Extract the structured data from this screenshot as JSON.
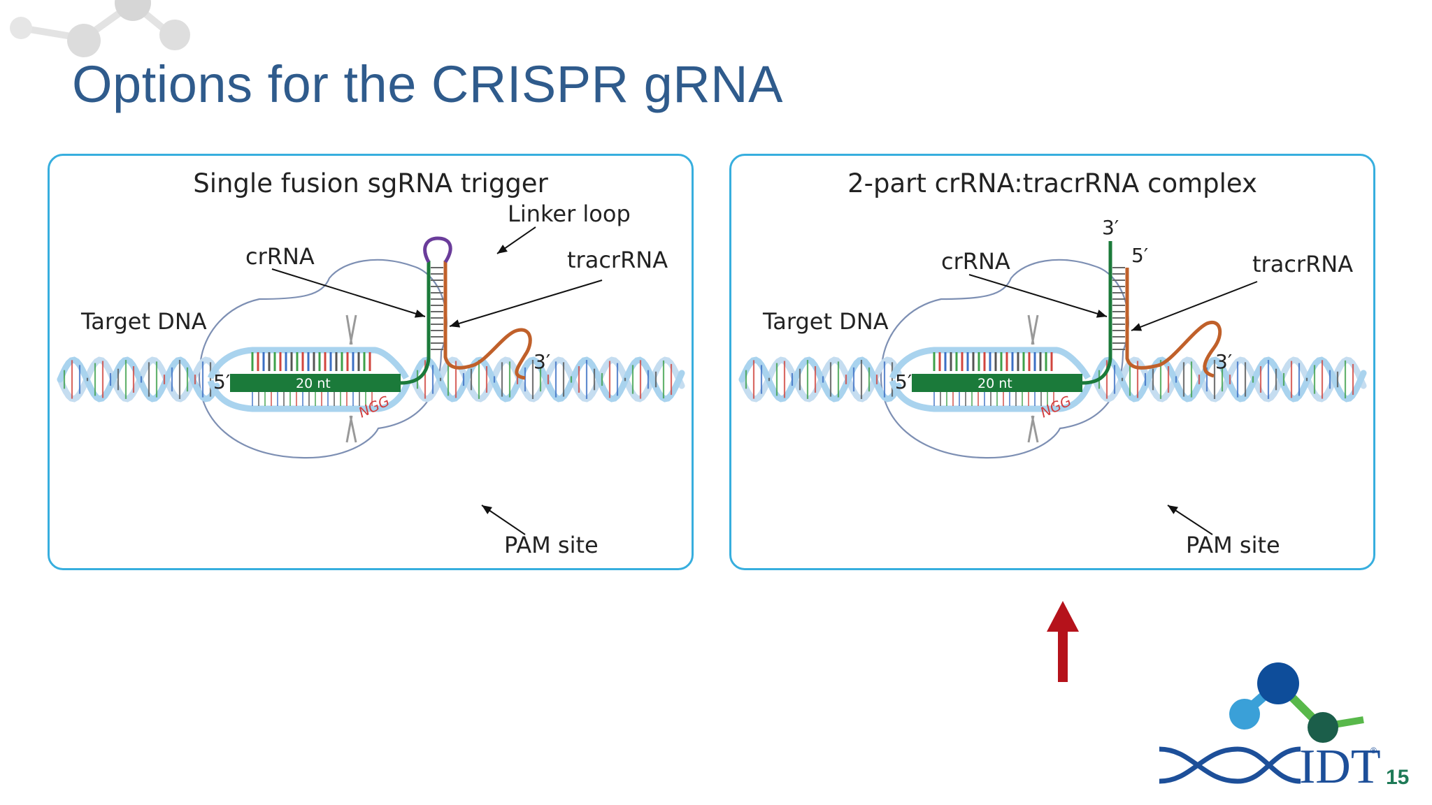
{
  "slide": {
    "title": "Options for the CRISPR gRNA",
    "page_number": "15"
  },
  "panels": [
    {
      "heading": "Single fusion sgRNA trigger",
      "labels": {
        "target_dna": "Target DNA",
        "crrna": "crRNA",
        "tracrrna": "tracrRNA",
        "linker_loop": "Linker loop",
        "pam_site": "PAM site",
        "five_prime": "5′",
        "three_prime": "3′",
        "guide_length": "20 nt",
        "pam_seq": "NGG"
      }
    },
    {
      "heading": "2-part crRNA:tracrRNA complex",
      "labels": {
        "target_dna": "Target DNA",
        "crrna": "crRNA",
        "tracrrna": "tracrRNA",
        "pam_site": "PAM site",
        "five_prime": "5′",
        "three_prime": "3′",
        "top_three_prime": "3′",
        "top_five_prime": "5′",
        "guide_length": "20 nt",
        "pam_seq": "NGG"
      }
    }
  ],
  "logo": {
    "text": "IDT",
    "registered": "®"
  },
  "colors": {
    "title": "#2f5b8c",
    "panel_border": "#37aede",
    "crrna": "#1b7a3a",
    "tracrrna": "#c0602a",
    "linker": "#6a3c9a",
    "pam": "#d23c3c",
    "arrow": "#b5121b"
  }
}
